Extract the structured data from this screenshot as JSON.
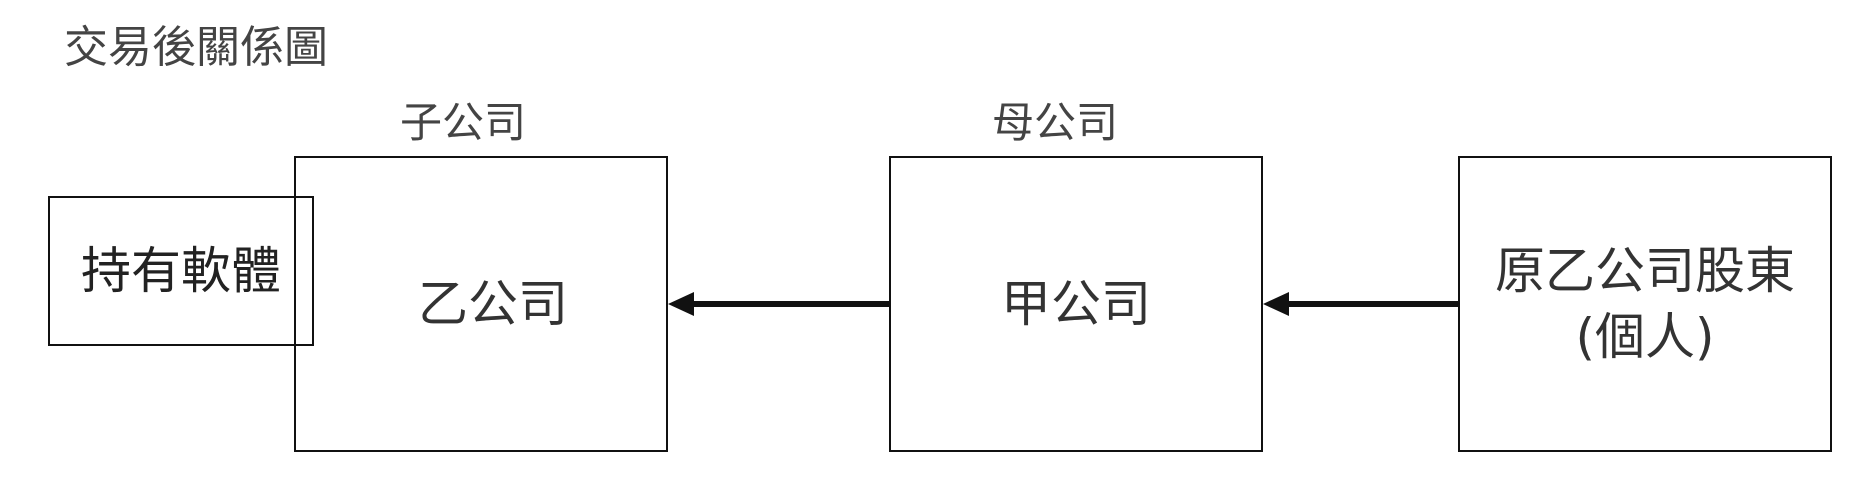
{
  "diagram": {
    "title": "交易後關係圖",
    "labels": {
      "subsidiary": "子公司",
      "parent": "母公司"
    },
    "nodes": {
      "software": "持有軟體",
      "company_b": "乙公司",
      "company_a": "甲公司",
      "shareholders": "原乙公司股東\n(個人)"
    }
  }
}
